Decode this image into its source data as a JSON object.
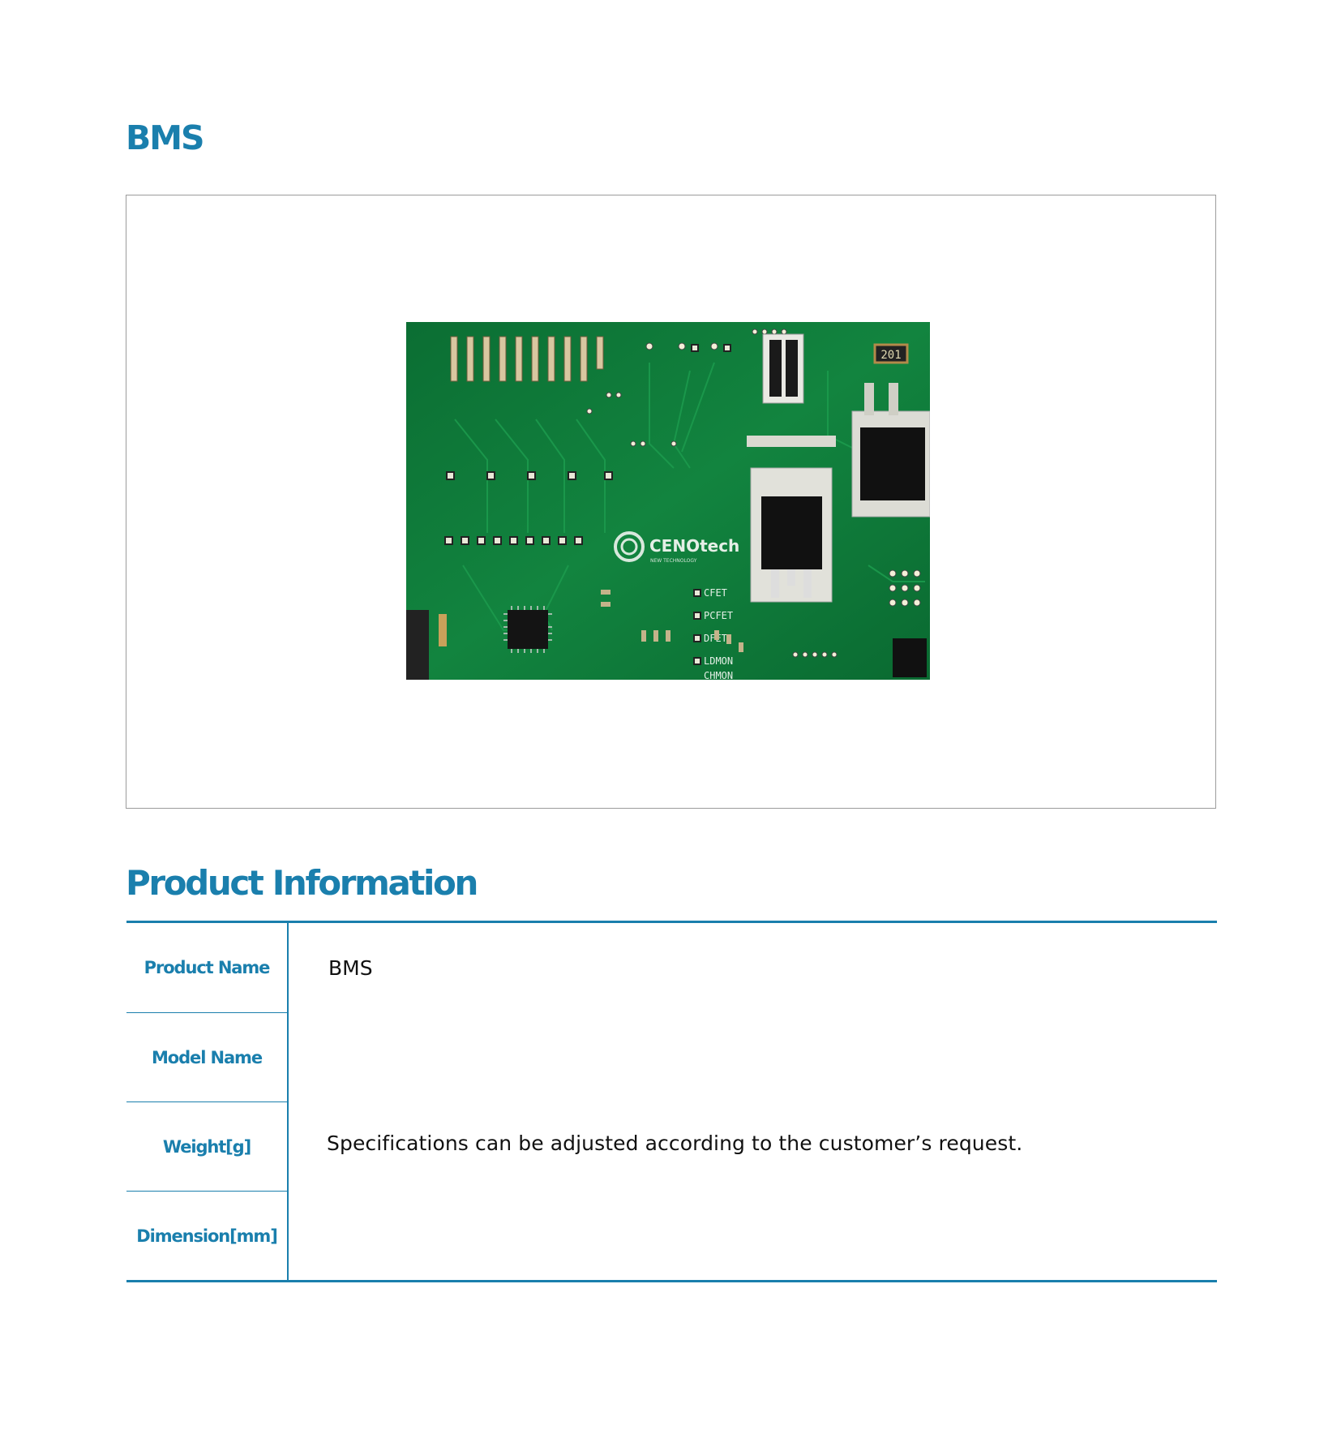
{
  "page": {
    "title": "BMS"
  },
  "image": {
    "alt": "BMS circuit board",
    "logo_text": "CENOtech",
    "logo_sub": "NEW TECHNOLOGY",
    "silkscreen": [
      "CFET",
      "PCFET",
      "DFET",
      "LDMON",
      "CHMON",
      "201"
    ]
  },
  "product_information": {
    "title": "Product Information",
    "rows": [
      {
        "label": "Product Name",
        "value": "BMS"
      },
      {
        "label": "Model Name",
        "value": ""
      },
      {
        "label": "Weight[g]",
        "value": ""
      },
      {
        "label": "Dimension[mm]",
        "value": ""
      }
    ],
    "merged_value": "Specifications can be adjusted according to the customer’s request."
  },
  "colors": {
    "accent": "#1a7fad",
    "board": "#0d7a3a",
    "frame_border": "#9c9c9c"
  }
}
